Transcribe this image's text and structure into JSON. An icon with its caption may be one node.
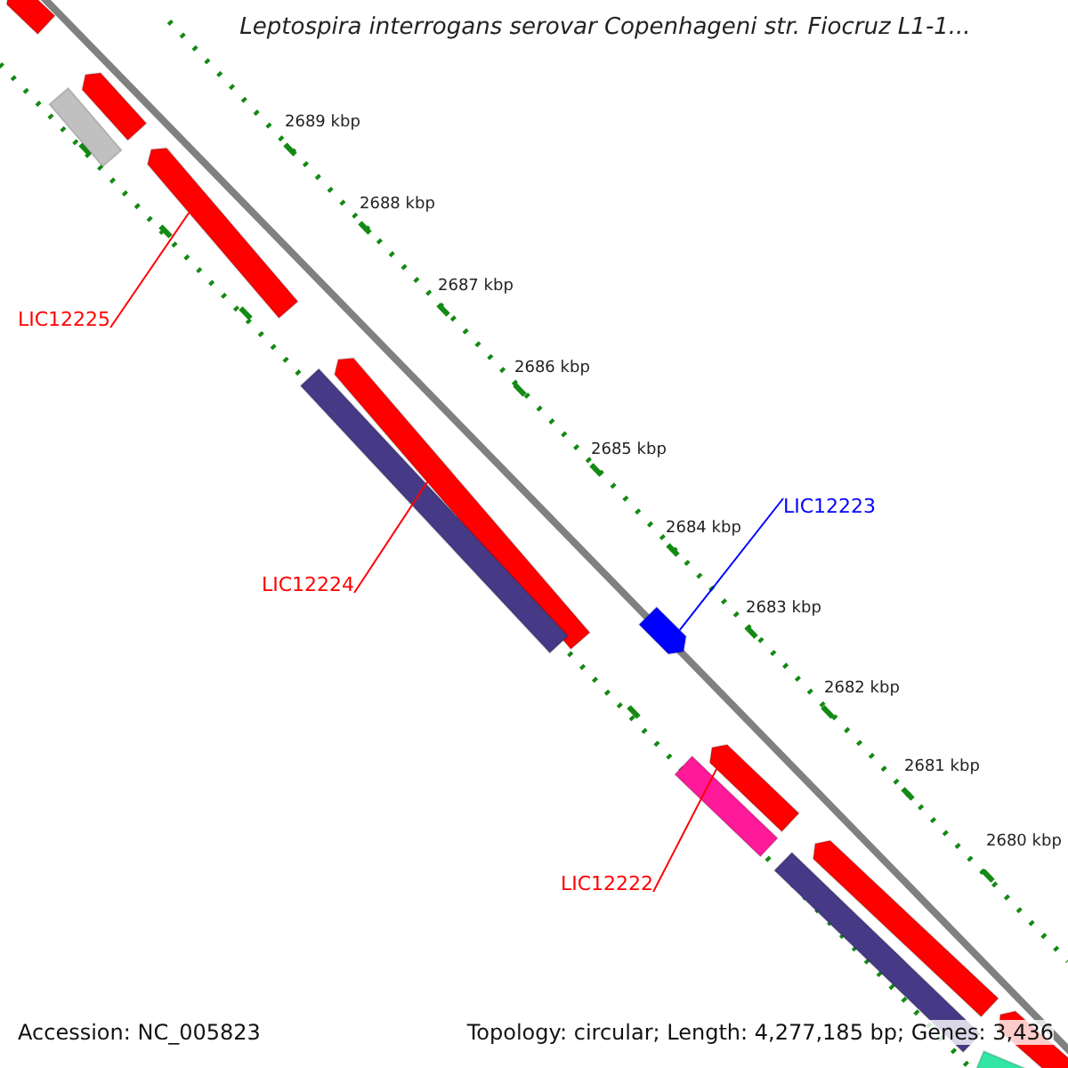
{
  "diagram": {
    "title": "Leptospira interrogans serovar Copenhageni str. Fiocruz L1-1...",
    "nodes": [
      {
        "text": [],
        "shape": "bar"
      },
      {
        "text": [],
        "shape": "bar"
      },
      {
        "text": [],
        "shape": "bar"
      },
      {
        "text": [],
        "shape": "bar"
      },
      {
        "text": [],
        "shape": "bar"
      },
      {
        "text": [],
        "shape": "bar"
      },
      {
        "text": [],
        "shape": "bar"
      },
      {
        "text": [],
        "shape": "bar"
      },
      {
        "text": [],
        "shape": "bar"
      },
      {
        "text": [],
        "shape": "bar"
      },
      {
        "text": [],
        "shape": "bar"
      },
      {
        "text": [],
        "shape": "bar"
      },
      {
        "text": [],
        "shape": "bar"
      },
      {
        "text": [
          "LIC12225"
        ]
      },
      {
        "text": [
          "LIC12224"
        ]
      },
      {
        "text": [
          "LIC12223"
        ]
      },
      {
        "text": [
          "LIC12222"
        ]
      }
    ],
    "edges": [
      {
        "from": 13,
        "to": 3,
        "arrow": "none"
      },
      {
        "from": 14,
        "to": 4,
        "arrow": "none"
      },
      {
        "from": 15,
        "to": 6,
        "arrow": "none",
        "color": "#0000ff"
      },
      {
        "from": 16,
        "to": 8,
        "arrow": "none"
      }
    ],
    "labels": [
      "2689 kbp",
      "2688 kbp",
      "2687 kbp",
      "2686 kbp",
      "2685 kbp",
      "2684 kbp",
      "2683 kbp",
      "2682 kbp",
      "2681 kbp",
      "2680 kbp",
      "Accession: NC_005823",
      "Topology: circular; Length: 4,277,185 bp; Genes: 3,436"
    ]
  }
}
